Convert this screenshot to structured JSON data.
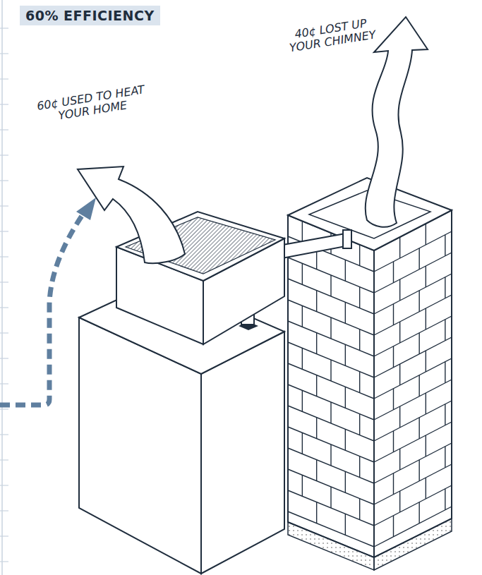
{
  "diagram": {
    "title": "60% EFFICIENCY",
    "labels": [
      "60¢ USED TO HEAT YOUR HOME",
      "40¢ LOST UP YOUR CHIMNEY"
    ]
  }
}
